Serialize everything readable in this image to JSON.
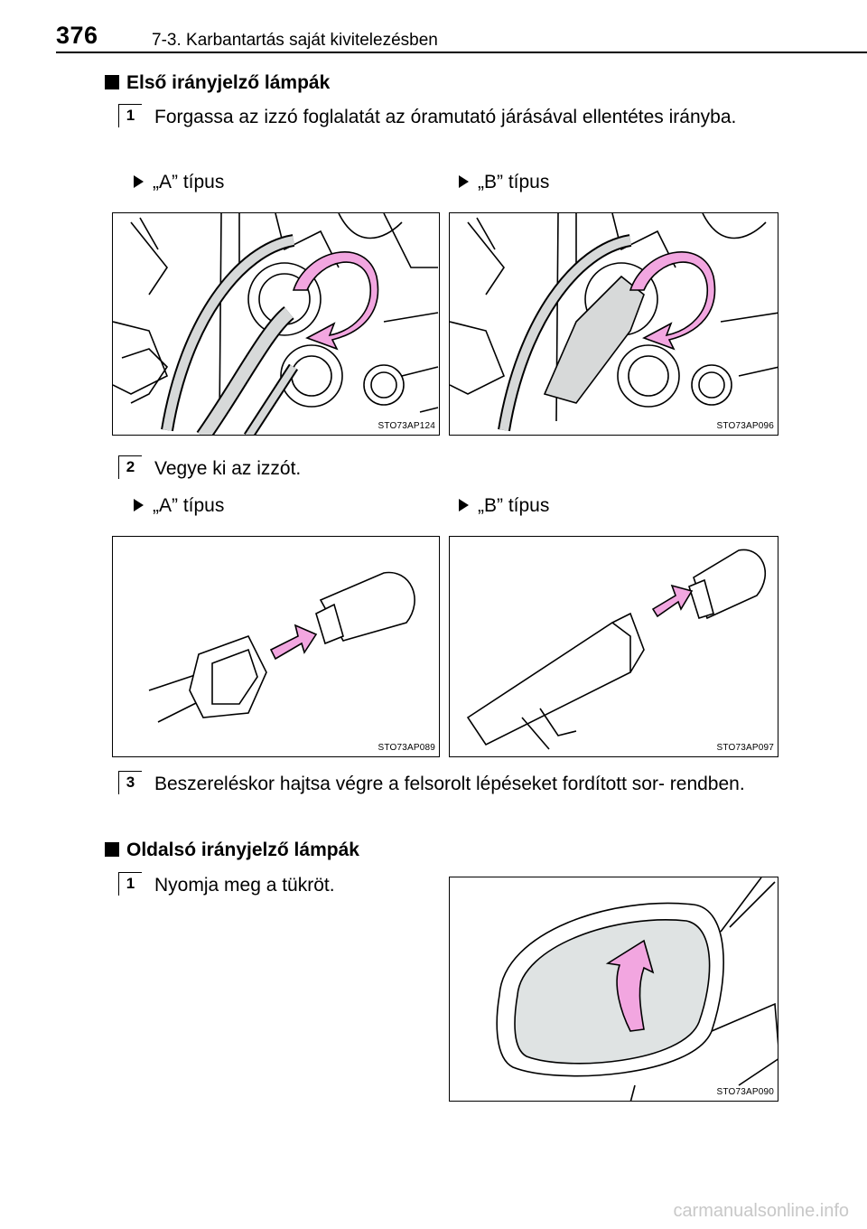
{
  "header": {
    "page_number": "376",
    "chapter": "7-3. Karbantartás saját kivitelezésben"
  },
  "sections": [
    {
      "title": "Első irányjelző lámpák"
    },
    {
      "title": "Oldalsó irányjelző lámpák"
    }
  ],
  "steps": {
    "s1_1": {
      "number": "1",
      "text": "Forgassa az izzó foglalatát az óramutató járásával ellentétes irányba."
    },
    "s1_2": {
      "number": "2",
      "text": "Vegye ki az izzót."
    },
    "s1_3": {
      "number": "3",
      "text": "Beszereléskor hajtsa végre a felsorolt lépéseket fordított sor- rendben."
    },
    "s2_1": {
      "number": "1",
      "text": "Nyomja meg a tükröt."
    }
  },
  "type_labels": {
    "a": "„A” típus",
    "b": "„B” típus"
  },
  "figures": {
    "f1": "STO73AP124",
    "f2": "STO73AP096",
    "f3": "STO73AP089",
    "f4": "STO73AP097",
    "f5": "STO73AP090"
  },
  "colors": {
    "arrow_pink": "#f2a6e0",
    "mirror_gray": "#dfe3e3"
  },
  "watermark": "carmanualsonline.info"
}
